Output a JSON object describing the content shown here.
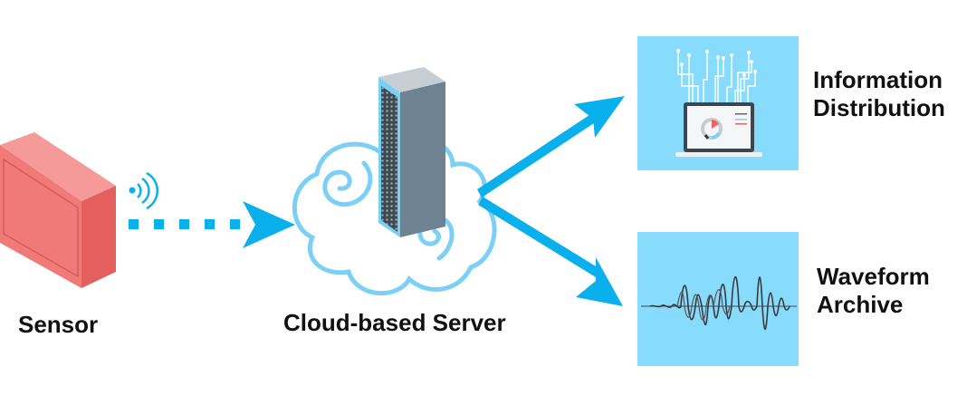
{
  "diagram": {
    "title": "Sensor to cloud data flow",
    "nodes": [
      {
        "id": "sensor",
        "label": "Sensor",
        "icon": "sensor-box-icon"
      },
      {
        "id": "server",
        "label": "Cloud-based Server",
        "icon": "cloud-server-icon"
      },
      {
        "id": "info",
        "label_lines": [
          "Information",
          "Distribution"
        ],
        "icon": "laptop-network-icon"
      },
      {
        "id": "archive",
        "label_lines": [
          "Waveform",
          "Archive"
        ],
        "icon": "waveform-icon"
      }
    ],
    "edges": [
      {
        "from": "sensor",
        "to": "server",
        "style": "dotted",
        "signal": "wireless"
      },
      {
        "from": "server",
        "to": "info",
        "style": "solid"
      },
      {
        "from": "server",
        "to": "archive",
        "style": "solid"
      }
    ],
    "colors": {
      "arrow": "#0ab0ec",
      "cloud_stroke": "#7dd0f5",
      "panel_bg": "#87dbfd",
      "sensor_front": "#f07a78",
      "sensor_top": "#f59a98",
      "sensor_side": "#e3605f",
      "server_dark": "#6e8391",
      "server_light": "#c7ced3"
    }
  }
}
